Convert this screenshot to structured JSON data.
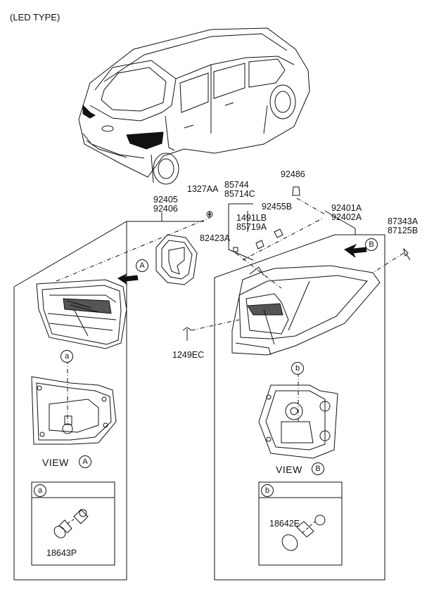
{
  "header": {
    "title": "(LED TYPE)"
  },
  "labels": {
    "p92405": "92405",
    "p92406": "92406",
    "p1327AA": "1327AA",
    "p85744": "85744",
    "p85714C": "85714C",
    "p92486": "92486",
    "p1491LB": "1491LB",
    "p85719A": "85719A",
    "p92455B": "92455B",
    "p82423A": "82423A",
    "p92401A": "92401A",
    "p92402A": "92402A",
    "p87343A": "87343A",
    "p87125B": "87125B",
    "p1249EC": "1249EC",
    "p18643P": "18643P",
    "p18642E": "18642E"
  },
  "views": {
    "view_a": "VIEW",
    "view_b": "VIEW"
  },
  "markers": {
    "A": "A",
    "B": "B",
    "a": "a",
    "b": "b"
  }
}
